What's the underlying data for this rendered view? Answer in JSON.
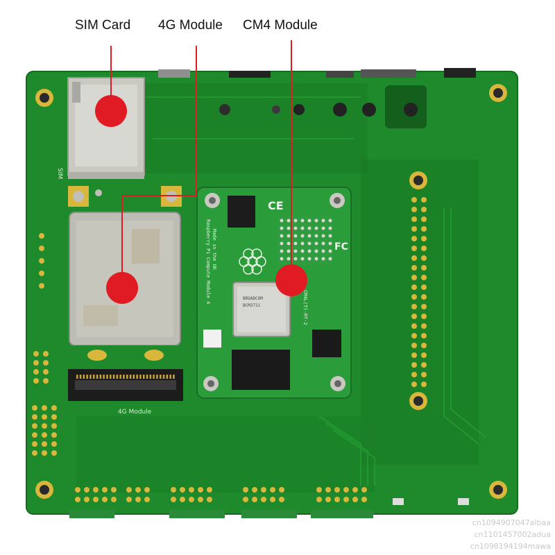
{
  "callouts": {
    "sim": "SIM Card",
    "module_4g": "4G Module",
    "cm4": "CM4 Module"
  },
  "silkscreen": {
    "sim_slot": "SIM",
    "module_4g_label": "4G Module",
    "cm4_side_text_1": "Raspberry Pi Compute Module 4",
    "cm4_side_text_2": "Made in the UK",
    "cm4_side_text_3": "CM4L(T)-RT-2",
    "chip_text_1": "BROADCOM",
    "chip_text_2": "BCM2711",
    "ce_mark": "CE",
    "fc_mark": "FC"
  },
  "watermark": {
    "line1": "cn1094907047albaa",
    "line2": "cn1101457002adua",
    "line3": "cn1098194194mawa"
  },
  "colors": {
    "pcb": "#1e8a2b",
    "pcb_dark": "#166c21",
    "marker": "#e01b24",
    "pointer_line": "#e01b24",
    "gold": "#d9b63c",
    "metal": "#c9c9c2"
  }
}
